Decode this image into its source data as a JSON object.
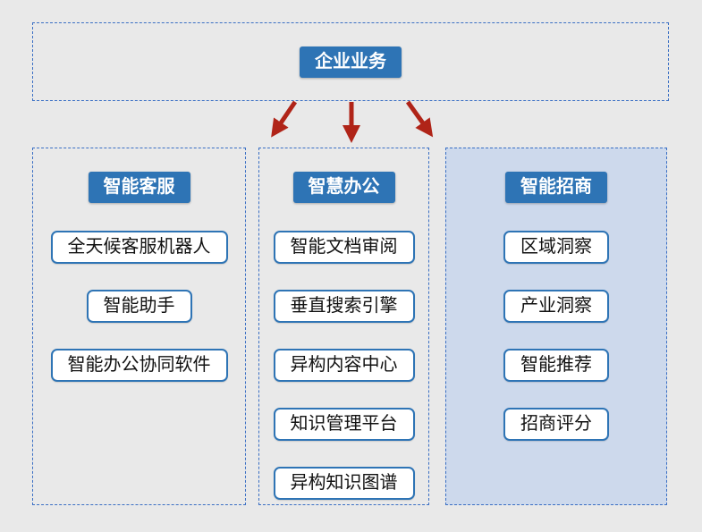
{
  "root": {
    "label": "企业业务"
  },
  "columns": [
    {
      "header": "智能客服",
      "items": [
        "全天候客服机器人",
        "智能助手",
        "智能办公协同软件"
      ]
    },
    {
      "header": "智慧办公",
      "items": [
        "智能文档审阅",
        "垂直搜索引擎",
        "异构内容中心",
        "知识管理平台",
        "异构知识图谱"
      ]
    },
    {
      "header": "智能招商",
      "items": [
        "区域洞察",
        "产业洞察",
        "智能推荐",
        "招商评分"
      ]
    }
  ],
  "colors": {
    "node_blue": "#2e74b5",
    "item_border": "#2e74b5",
    "arrow_red": "#b02418",
    "panel_fill": "#cdd9ec",
    "dashed_border": "#3a6fc4",
    "page_bg": "#e9e9e9"
  }
}
